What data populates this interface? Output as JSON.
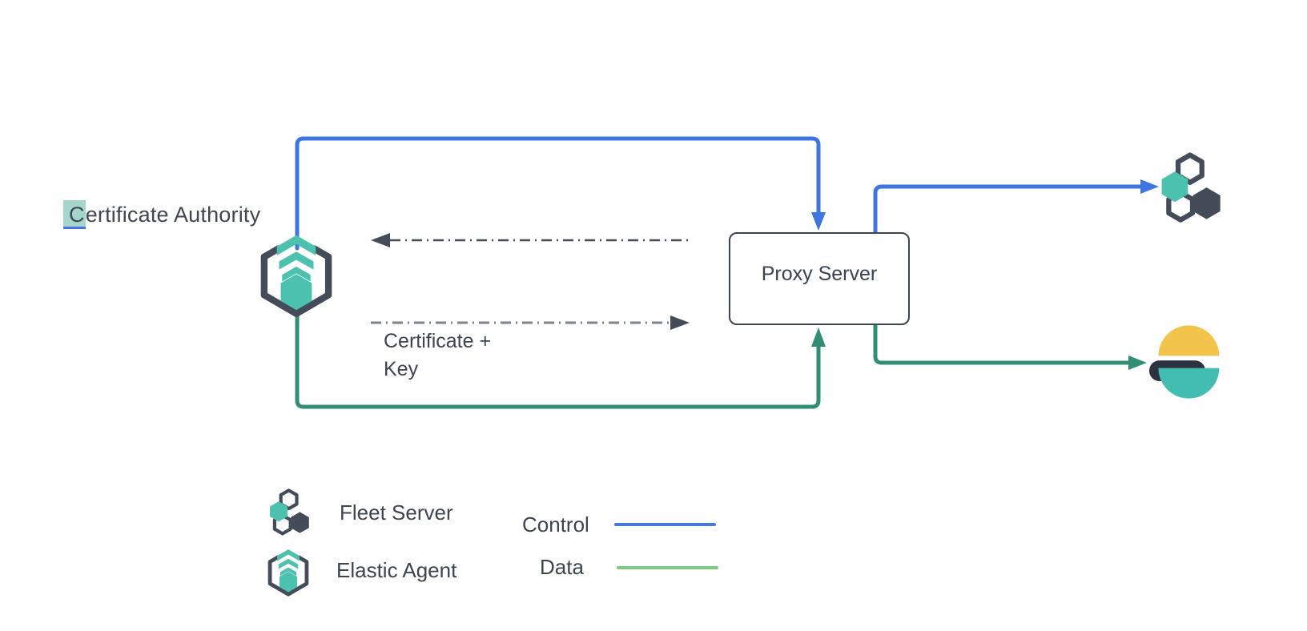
{
  "colors": {
    "control_line": "#3d76e0",
    "data_line": "#2f8e74",
    "legend_control_line": "#4479e4",
    "legend_data_line": "#7bcb81",
    "dashed_line_dark": "#454b57",
    "dashed_line_light": "#7d838f",
    "icon_outline": "#454c59",
    "icon_teal": "#4cc2ae",
    "es_yellow": "#f3c44b",
    "es_dark": "#2d3240",
    "es_teal": "#43bdb2",
    "text": "#3f4651",
    "ca_highlight": "#a5d6cb",
    "ca_underline": "#4c74e4"
  },
  "nodes": {
    "certificate_authority": {
      "highlight_char": "C",
      "label_rest": "ertificate Authority"
    },
    "proxy_server": {
      "label": "Proxy Server"
    },
    "elastic_agent": {
      "icon": "elastic-agent-icon"
    },
    "fleet_server": {
      "icon": "fleet-server-icon"
    },
    "elasticsearch": {
      "icon": "elasticsearch-logo"
    }
  },
  "annotations": {
    "certificate_key_line1": "Certificate +",
    "certificate_key_line2": "Key"
  },
  "legend": {
    "items": [
      {
        "icon": "fleet-server-icon",
        "label": "Fleet Server"
      },
      {
        "icon": "elastic-agent-icon",
        "label": "Elastic Agent"
      }
    ],
    "flows": [
      {
        "label": "Control",
        "color": "#4479e4"
      },
      {
        "label": "Data",
        "color": "#7bcb81"
      }
    ]
  }
}
